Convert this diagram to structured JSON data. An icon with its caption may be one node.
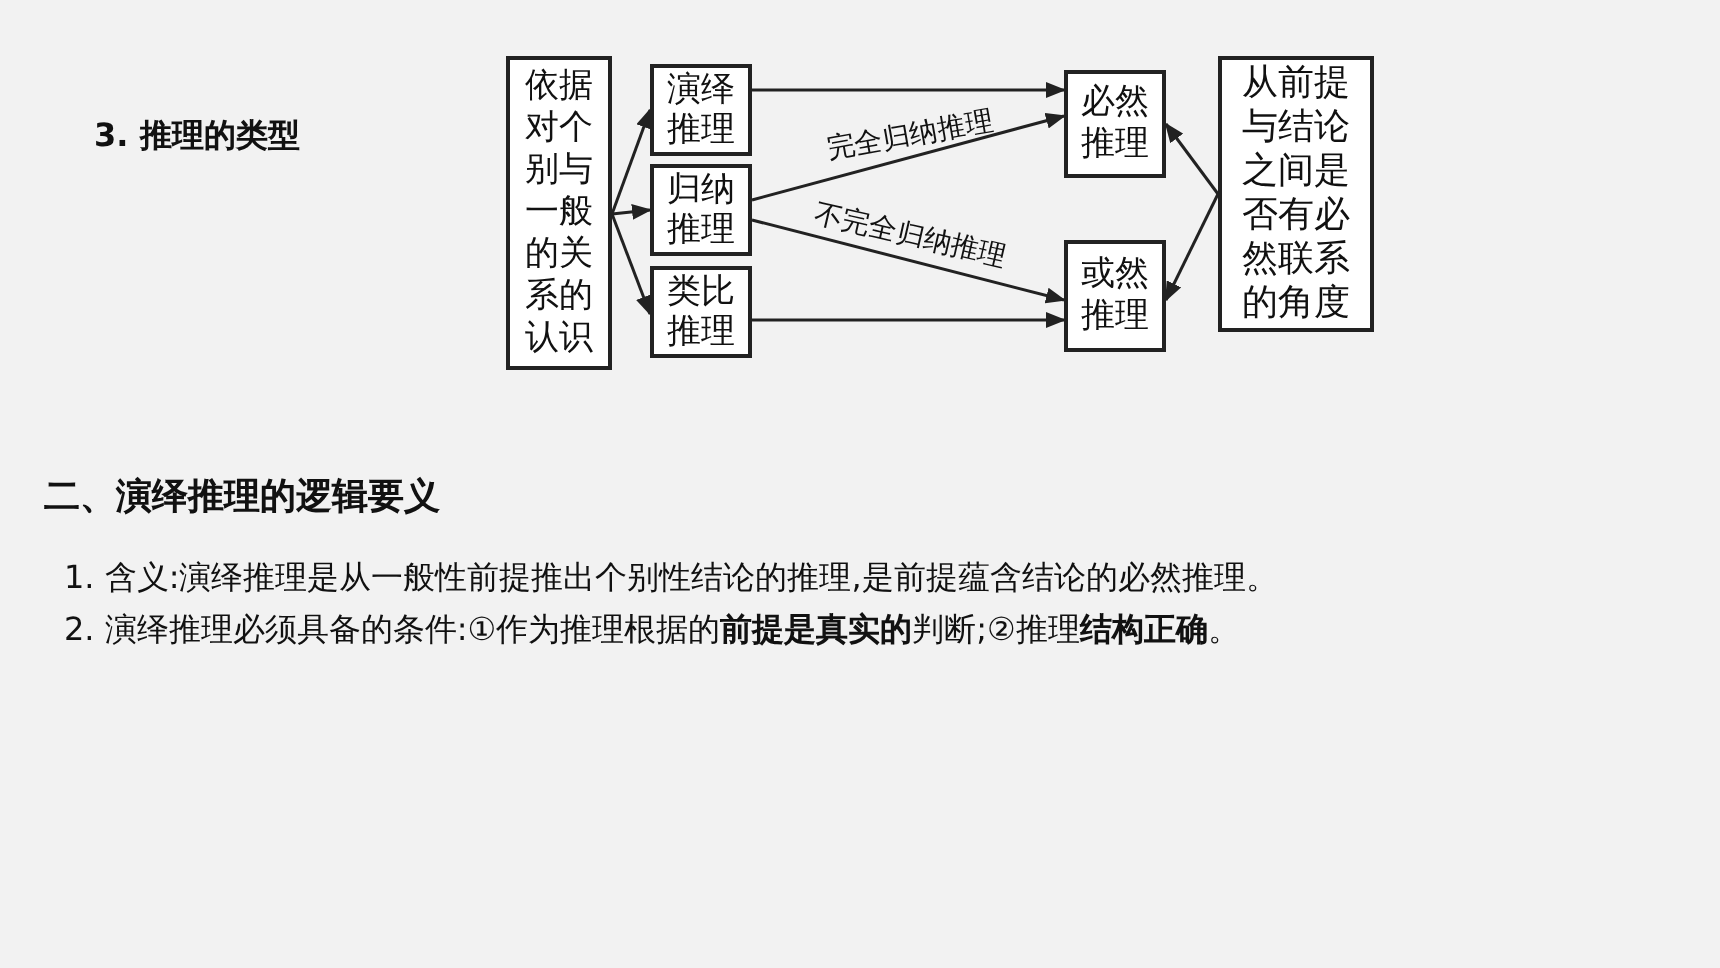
{
  "diagram": {
    "title": "3. 推理的类型",
    "nodes": [
      {
        "text": [
          "依据对个别与一般的关系的认识"
        ]
      },
      {
        "text": [
          "演绎推理"
        ]
      },
      {
        "text": [
          "归纳推理"
        ]
      },
      {
        "text": [
          "类比推理"
        ]
      },
      {
        "text": [
          "必然推理"
        ]
      },
      {
        "text": [
          "或然推理"
        ]
      },
      {
        "text": [
          "从前提与结论之间是否有必然联系的角度"
        ]
      }
    ],
    "edges": [
      {
        "from": 0,
        "to": 1,
        "arrow": "to"
      },
      {
        "from": 0,
        "to": 2,
        "arrow": "to"
      },
      {
        "from": 0,
        "to": 3,
        "arrow": "to"
      },
      {
        "from": 1,
        "to": 4,
        "arrow": "to"
      },
      {
        "from": 2,
        "to": 4,
        "arrow": "to",
        "label": "完全归纳推理"
      },
      {
        "from": 2,
        "to": 5,
        "arrow": "to",
        "label": "不完全归纳推理"
      },
      {
        "from": 3,
        "to": 5,
        "arrow": "to"
      },
      {
        "from": 6,
        "to": 4,
        "arrow": "to"
      },
      {
        "from": 6,
        "to": 5,
        "arrow": "to"
      }
    ],
    "labels": [
      "二、演绎推理的逻辑要义",
      "1. 含义:演绎推理是从一般性前提推出个别性结论的推理,是前提蕴含结论的必然推理。",
      "2. 演绎推理必须具备的条件:①作为推理根据的**前提是真实的**判断;②推理**结构正确**。"
    ]
  }
}
